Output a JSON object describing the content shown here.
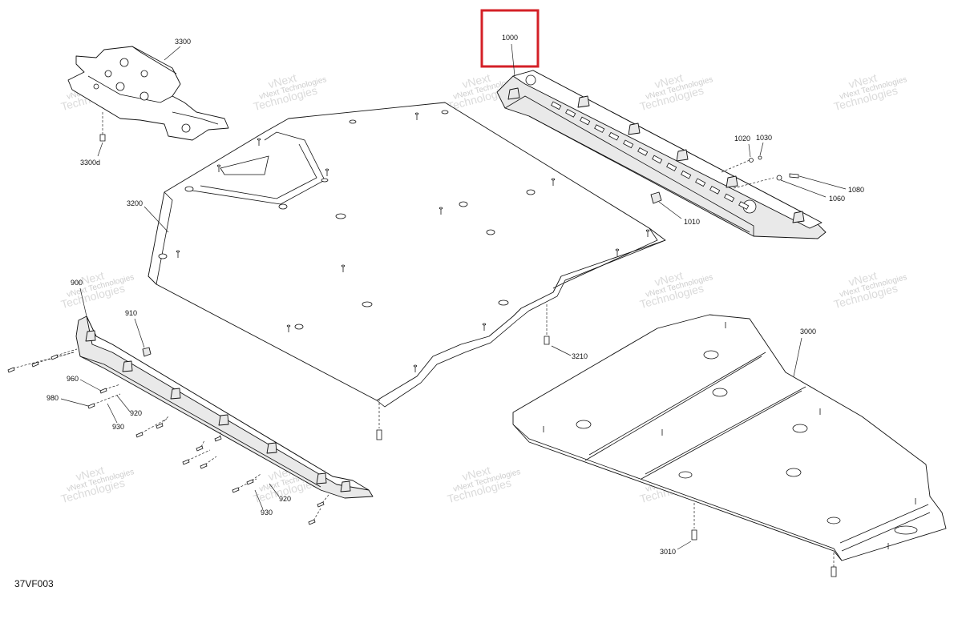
{
  "figure_code": "37VF003",
  "watermark": {
    "line1": "vNext",
    "line2": "Technologies",
    "line3": "vNext Technologies"
  },
  "highlight": {
    "color": "#d42027",
    "target": "1000"
  },
  "callouts": {
    "c1000": "1000",
    "c1010": "1010",
    "c1020": "1020",
    "c1030": "1030",
    "c1060": "1060",
    "c1080": "1080",
    "c3300": "3300",
    "c3300d": "3300d",
    "c3200": "3200",
    "c3210": "3210",
    "c3000": "3000",
    "c3010": "3010",
    "c900": "900",
    "c910": "910",
    "c960": "960",
    "c980": "980",
    "c920a": "920",
    "c930a": "930",
    "c920b": "920",
    "c930b": "930"
  }
}
